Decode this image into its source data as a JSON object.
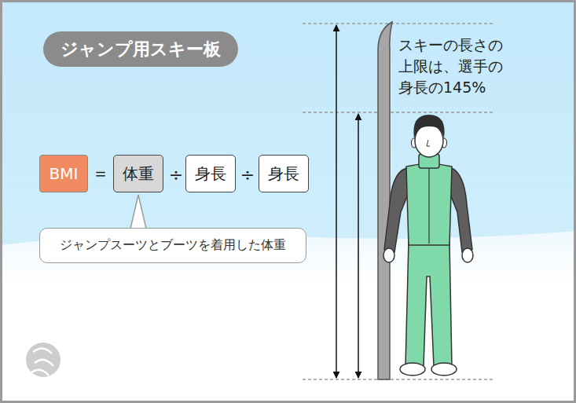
{
  "diagram": {
    "title": "ジャンプ用スキー板",
    "nodes": [
      {
        "text": [
          "BMI"
        ]
      },
      {
        "text": [
          "体重"
        ]
      },
      {
        "text": [
          "身長"
        ]
      },
      {
        "text": [
          "身長"
        ]
      },
      {
        "text": [
          "ジャンプスーツとブーツを着用した体重"
        ]
      }
    ],
    "edges": [
      {
        "from": 4,
        "to": 1,
        "arrow": "none"
      }
    ],
    "labels": [
      "＝",
      "÷",
      "÷",
      "スキーの長さの 上限は、選手の 身長の145%"
    ]
  }
}
